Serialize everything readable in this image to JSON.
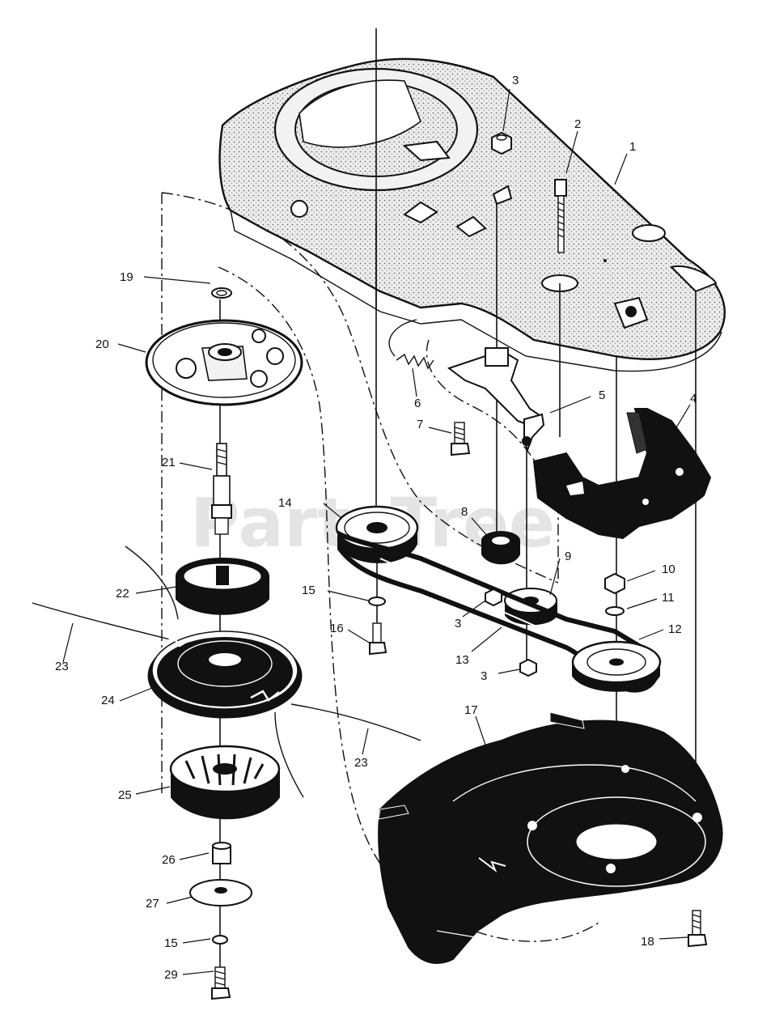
{
  "watermark": "PartsTree",
  "callouts": {
    "c1": "1",
    "c2": "2",
    "c3a": "3",
    "c3b": "3",
    "c3c": "3",
    "c4": "4",
    "c5": "5",
    "c6": "6",
    "c7": "7",
    "c8": "8",
    "c9": "9",
    "c10": "10",
    "c11": "11",
    "c12": "12",
    "c13": "13",
    "c14": "14",
    "c15a": "15",
    "c15b": "15",
    "c16": "16",
    "c17": "17",
    "c18": "18",
    "c19": "19",
    "c20": "20",
    "c21": "21",
    "c22": "22",
    "c23a": "23",
    "c23b": "23",
    "c24": "24",
    "c25": "25",
    "c26": "26",
    "c27": "27",
    "c29": "29"
  }
}
